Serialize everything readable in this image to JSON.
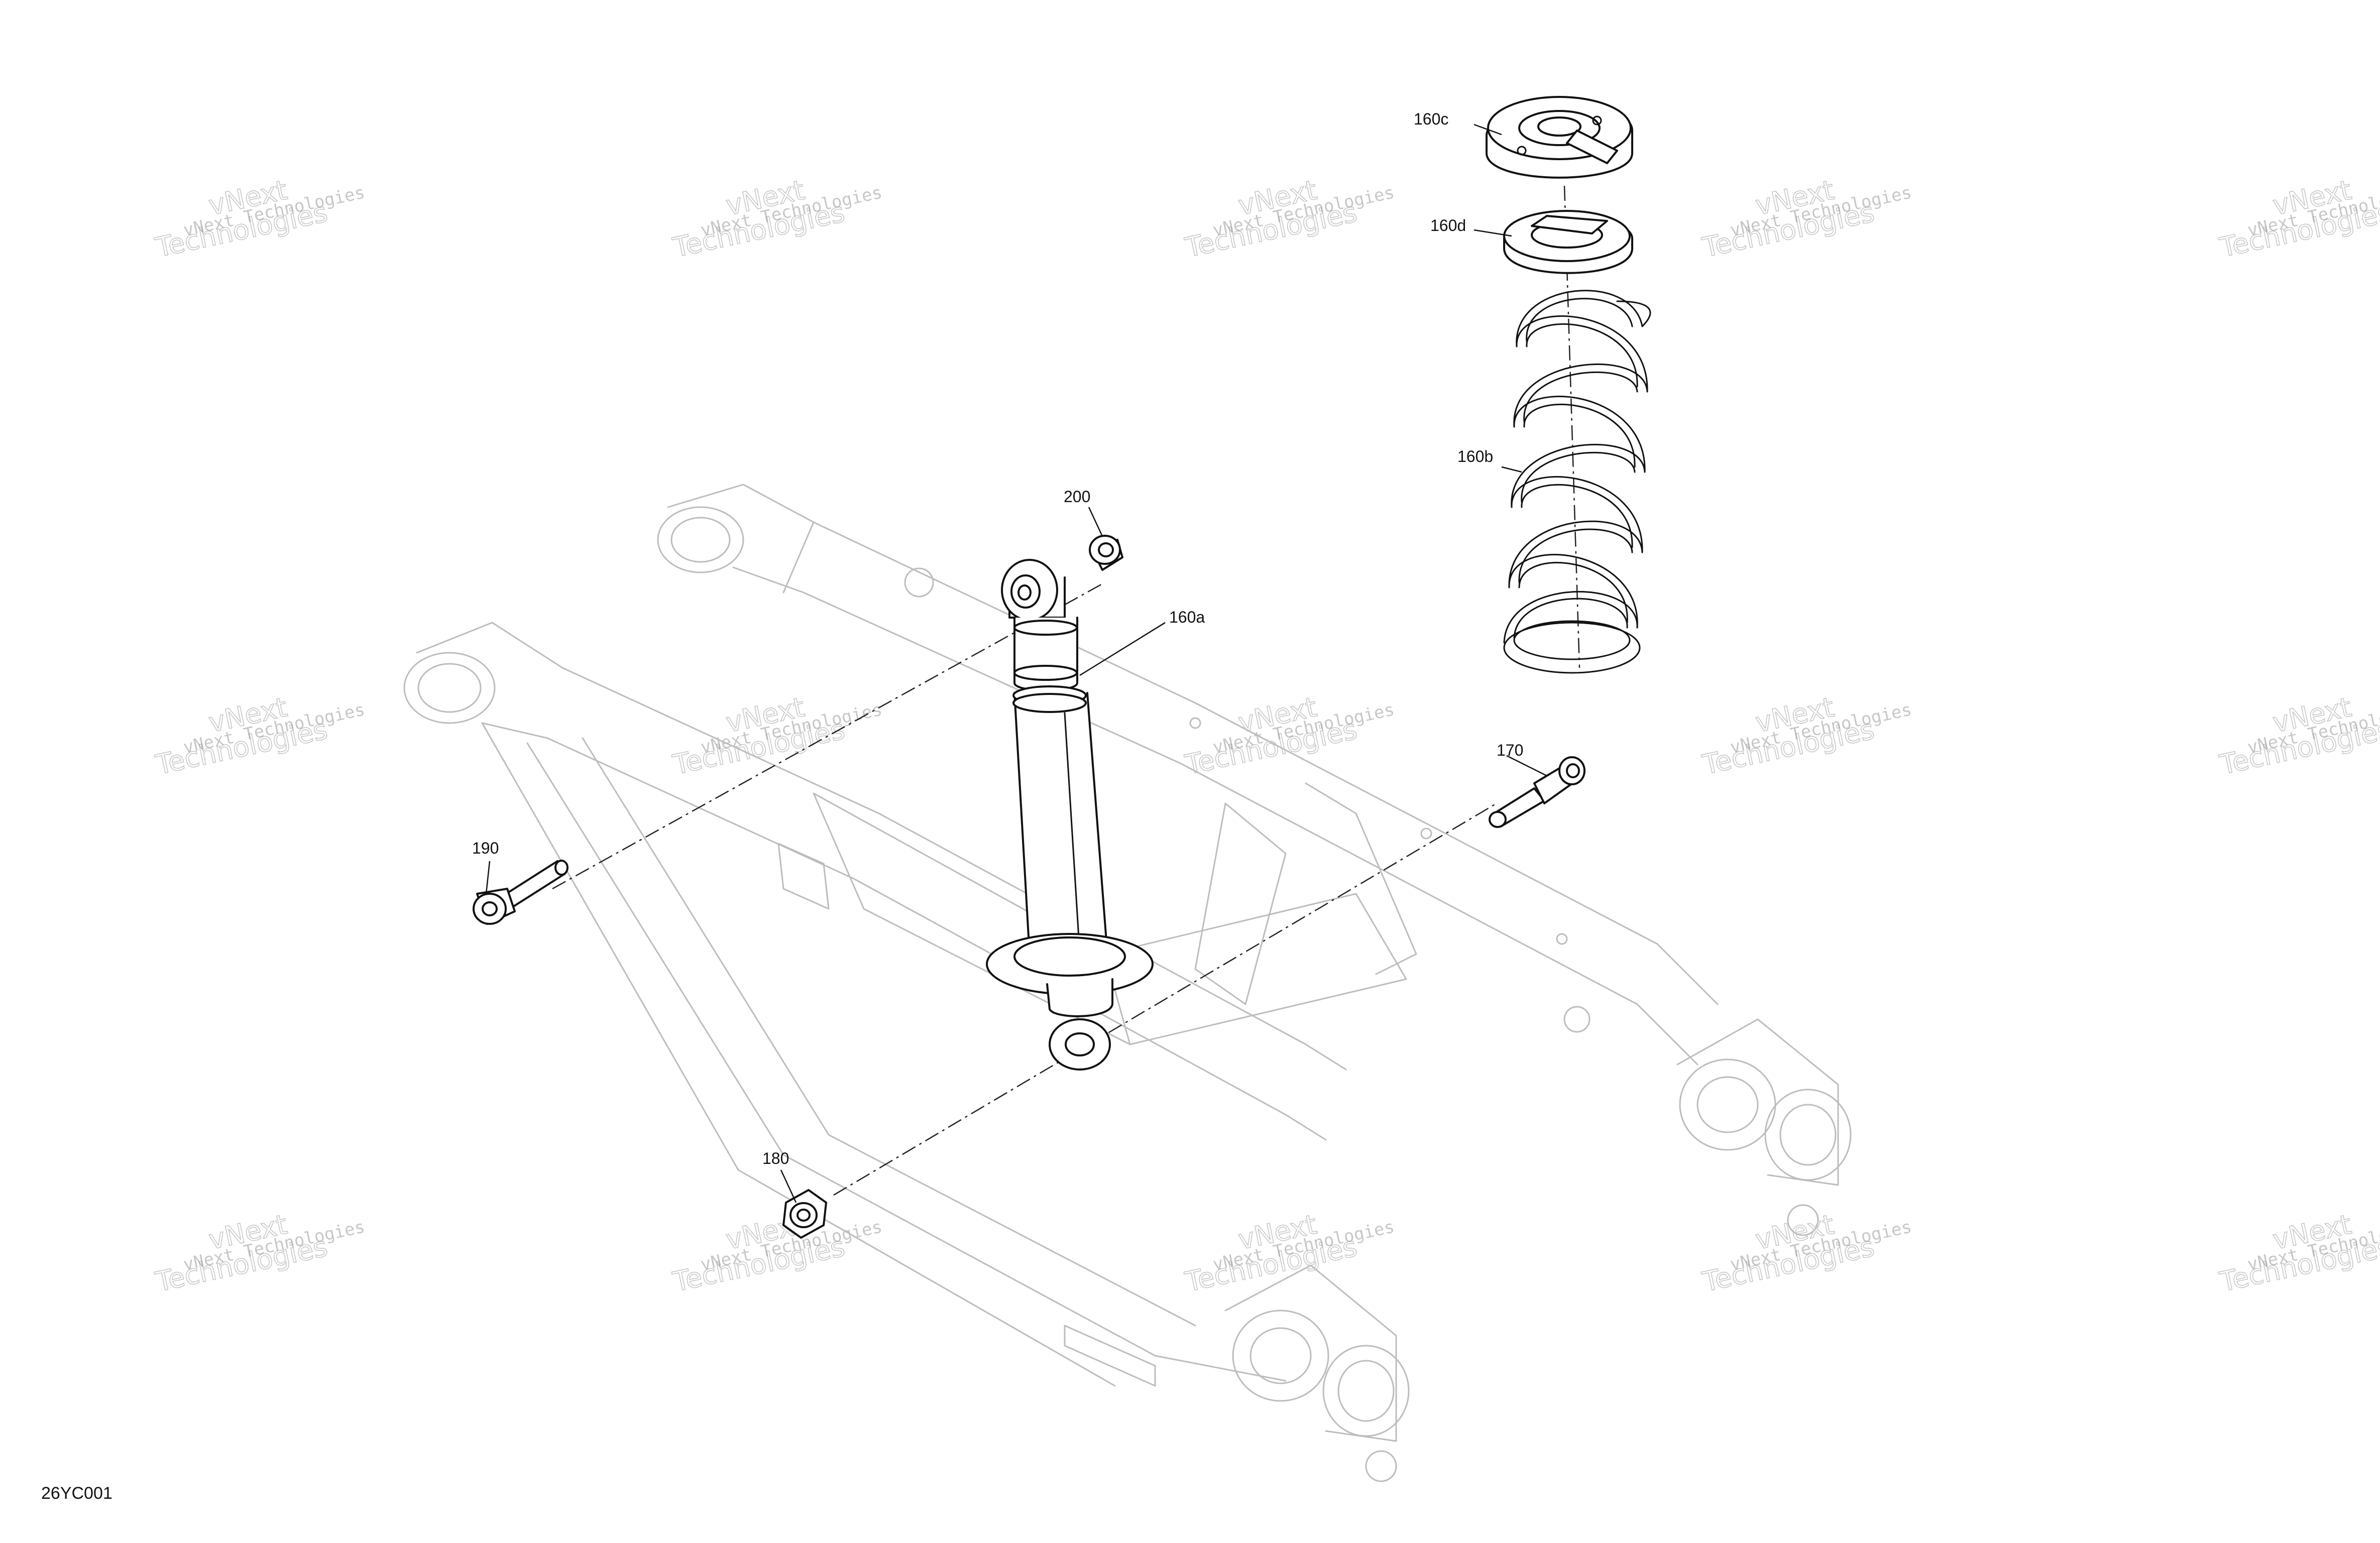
{
  "callouts": {
    "c160c": "160c",
    "c160d": "160d",
    "c160b": "160b",
    "c200": "200",
    "c160a": "160a",
    "c170": "170",
    "c190": "190",
    "c180": "180"
  },
  "watermark": {
    "line1": "vNext Technologies",
    "line2": "vNext",
    "line3": "Technologies"
  },
  "drawing_code": "26YC001",
  "colors": {
    "line": "#111111",
    "frame": "#bdbdbd",
    "watermark": "#9a9a9a"
  }
}
